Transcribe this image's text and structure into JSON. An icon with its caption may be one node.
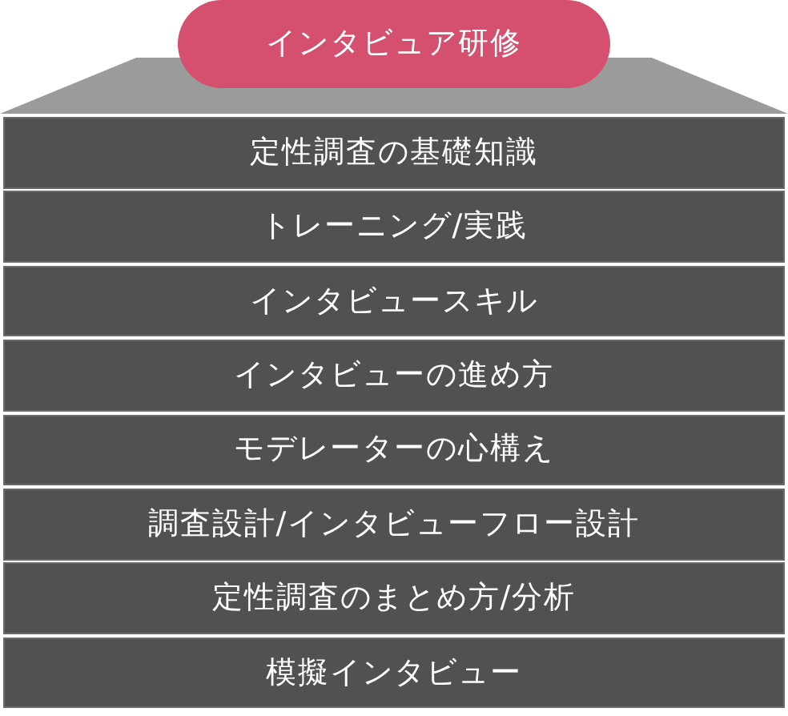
{
  "diagram": {
    "nodes": [
      {
        "text": [
          "インタビュア研修"
        ]
      },
      {
        "text": [],
        "shape": "trapezoid"
      },
      {
        "text": [
          "定性調査の基礎知識"
        ]
      },
      {
        "text": [
          "トレーニング/実践"
        ]
      },
      {
        "text": [
          "インタビュースキル"
        ]
      },
      {
        "text": [
          "インタビューの進め方"
        ]
      },
      {
        "text": [
          "モデレーターの心構え"
        ]
      },
      {
        "text": [
          "調査設計/インタビューフロー設計"
        ]
      },
      {
        "text": [
          "定性調査のまとめ方/分析"
        ]
      },
      {
        "text": [
          "模擬インタビュー"
        ]
      }
    ]
  }
}
